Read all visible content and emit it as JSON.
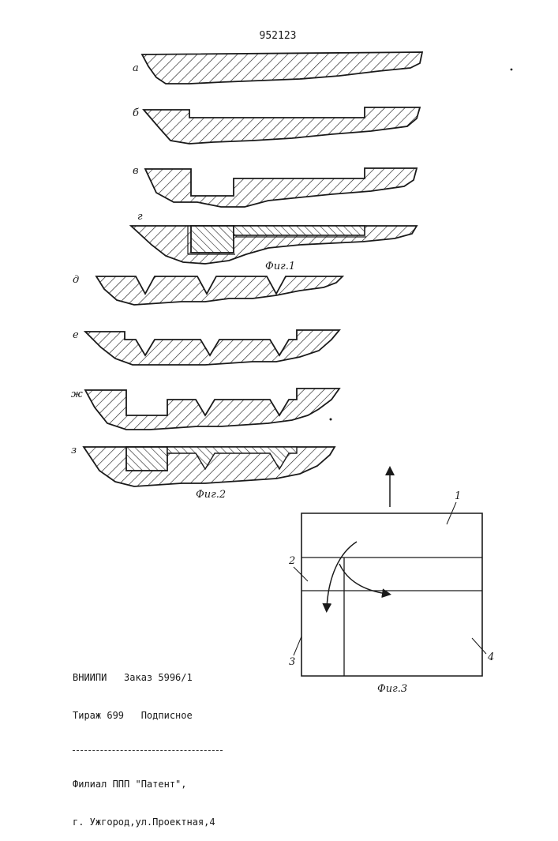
{
  "document": {
    "patent_number": "952123",
    "fig1": {
      "caption": "Фиг.1",
      "row_labels": [
        "а",
        "б",
        "в",
        "г"
      ]
    },
    "fig2": {
      "caption": "Фиг.2",
      "row_labels": [
        "д",
        "е",
        "ж",
        "з"
      ]
    },
    "fig3": {
      "caption": "Фиг.3",
      "callouts": [
        "1",
        "2",
        "3",
        "4"
      ]
    },
    "imprint": {
      "line1": "ВНИИПИ   Заказ 5996/1",
      "line2": "Тираж 699   Подписное",
      "line3": "Филиал ППП \"Патент\",",
      "line4": "г. Ужгород,ул.Проектная,4"
    }
  }
}
